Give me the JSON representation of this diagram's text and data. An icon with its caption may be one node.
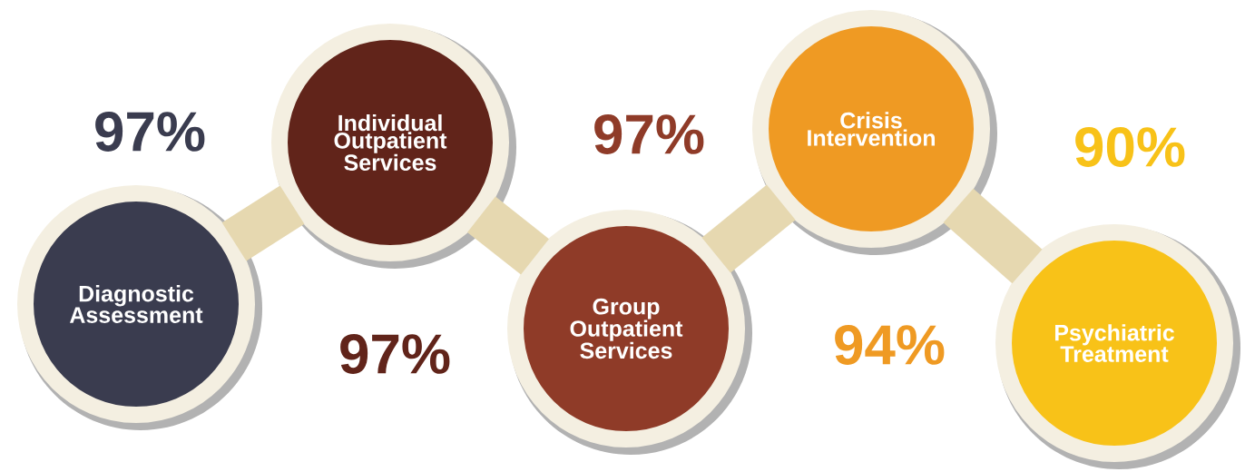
{
  "diagram": {
    "nodes": [
      {
        "text": [
          "Diagnostic Assessment"
        ],
        "beside": [
          "97%"
        ]
      },
      {
        "text": [
          "Individual Outpatient Services"
        ],
        "beside": [
          "97%"
        ]
      },
      {
        "text": [
          "Group Outpatient Services"
        ],
        "beside": [
          "97%"
        ]
      },
      {
        "text": [
          "Crisis Intervention"
        ],
        "beside": [
          "94%"
        ]
      },
      {
        "text": [
          "Psychiatric Treatment"
        ],
        "beside": [
          "90%"
        ]
      }
    ],
    "edges": [
      {
        "from": 0,
        "to": 1,
        "arrow": "none"
      },
      {
        "from": 1,
        "to": 2,
        "arrow": "none"
      },
      {
        "from": 2,
        "to": 3,
        "arrow": "none"
      },
      {
        "from": 3,
        "to": 4,
        "arrow": "none"
      }
    ]
  }
}
